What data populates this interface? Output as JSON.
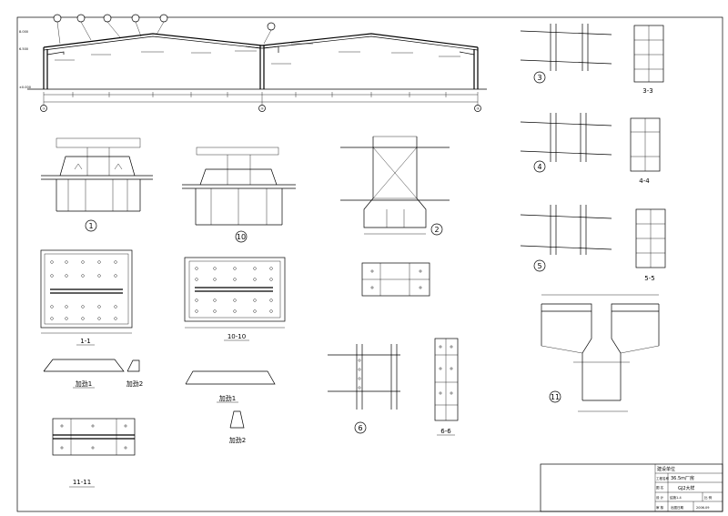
{
  "sections": {
    "s1_1": "1-1",
    "s10_10": "10-10",
    "s11_11": "11-11",
    "s3_3": "3-3",
    "s4_4": "4-4",
    "s5_5": "5-5",
    "s6_6": "6-6"
  },
  "details": {
    "d1": "1",
    "d2": "2",
    "d3": "3",
    "d4": "4",
    "d5": "5",
    "d6": "6",
    "d10": "10",
    "d11": "11"
  },
  "stiffeners": {
    "jg1": "加劲1",
    "jg2": "加劲2"
  },
  "gridAxes": {
    "a": "①",
    "b": "②",
    "c": "③"
  },
  "elevations": {
    "ridge": "8.000",
    "eave": "6.500",
    "base": "±0.000"
  },
  "titleBlock": {
    "r1": "建设单位",
    "r2a": "工程名称",
    "r2b": "36.5m厂房",
    "r3a": "图 名",
    "r3b": "GJ2大样",
    "r4a": "设 计",
    "r4b": "结施1-4",
    "r4c": "比 例",
    "r5a": "审 核",
    "r5b": "出图日期",
    "r5c": "2006.09"
  }
}
